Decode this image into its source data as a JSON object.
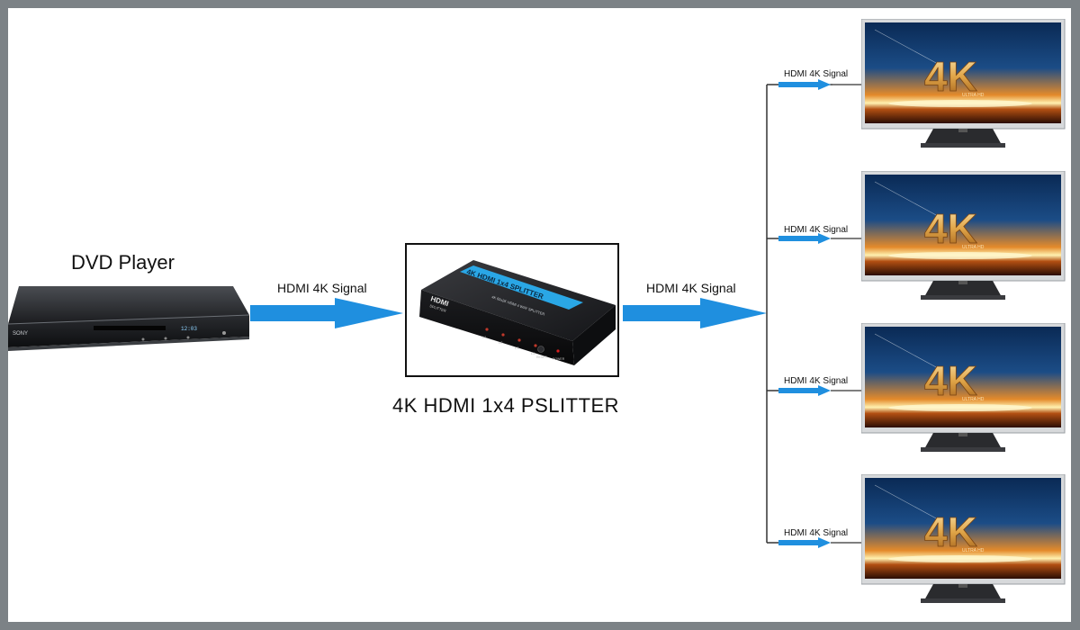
{
  "source": {
    "title": "DVD Player",
    "brand": "SONY",
    "display": "12:03"
  },
  "splitter": {
    "caption": "4K HDMI 1x4 PSLITTER",
    "stripe_text": "4K HDMI 1x4 SPLITTER",
    "sub_text": "4K 60x2K HDMI 4 WAY SPLITTER",
    "logo_top": "HDMI",
    "logo_bottom": "SPLITTER",
    "ports": [
      "L1",
      "L2",
      "L3",
      "L4"
    ],
    "reset_label": "RESET",
    "power_label": "POWER"
  },
  "signals": {
    "input_label": "HDMI 4K Signal",
    "output_label": "HDMI 4K Signal"
  },
  "displays": [
    {
      "signal_label": "HDMI 4K Signal",
      "screen_text": "4K",
      "screen_subtext": "ULTRA HD"
    },
    {
      "signal_label": "HDMI 4K Signal",
      "screen_text": "4K",
      "screen_subtext": "ULTRA HD"
    },
    {
      "signal_label": "HDMI 4K Signal",
      "screen_text": "4K",
      "screen_subtext": "ULTRA HD"
    },
    {
      "signal_label": "HDMI 4K Signal",
      "screen_text": "4K",
      "screen_subtext": "ULTRA HD"
    }
  ],
  "colors": {
    "arrow": "#1f8fdf",
    "frame": "#7c8286",
    "splitter_stripe": "#2aa7e6",
    "tv_glow": "#f3a93a"
  }
}
